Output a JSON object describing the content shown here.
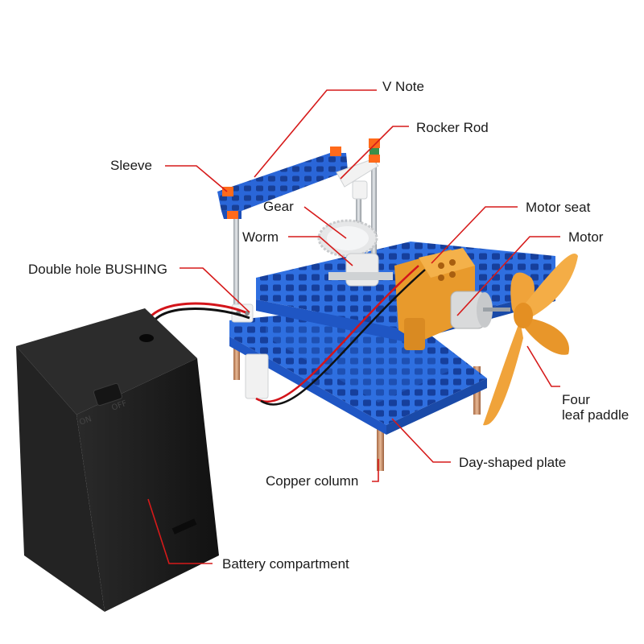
{
  "labels": {
    "v_note": "V Note",
    "rocker_rod": "Rocker Rod",
    "sleeve": "Sleeve",
    "gear": "Gear",
    "motor_seat": "Motor seat",
    "worm": "Worm",
    "motor": "Motor",
    "double_hole_bushing": "Double hole BUSHING",
    "four_leaf_paddle_line1": "Four",
    "four_leaf_paddle_line2": "leaf paddle",
    "day_shaped_plate": "Day-shaped plate",
    "copper_column": "Copper column",
    "battery_compartment": "Battery compartment"
  },
  "battery_switch": {
    "on": "ON",
    "off": "OFF"
  },
  "colors": {
    "leader_line": "#d61a1a",
    "plate_blue": "#2f6fe0",
    "arm_blue": "#2a66d8",
    "propeller_orange": "#f0a33a",
    "motor_seat_orange": "#e89a2c",
    "battery_black": "#1e1e1e",
    "copper": "#c8895e"
  }
}
